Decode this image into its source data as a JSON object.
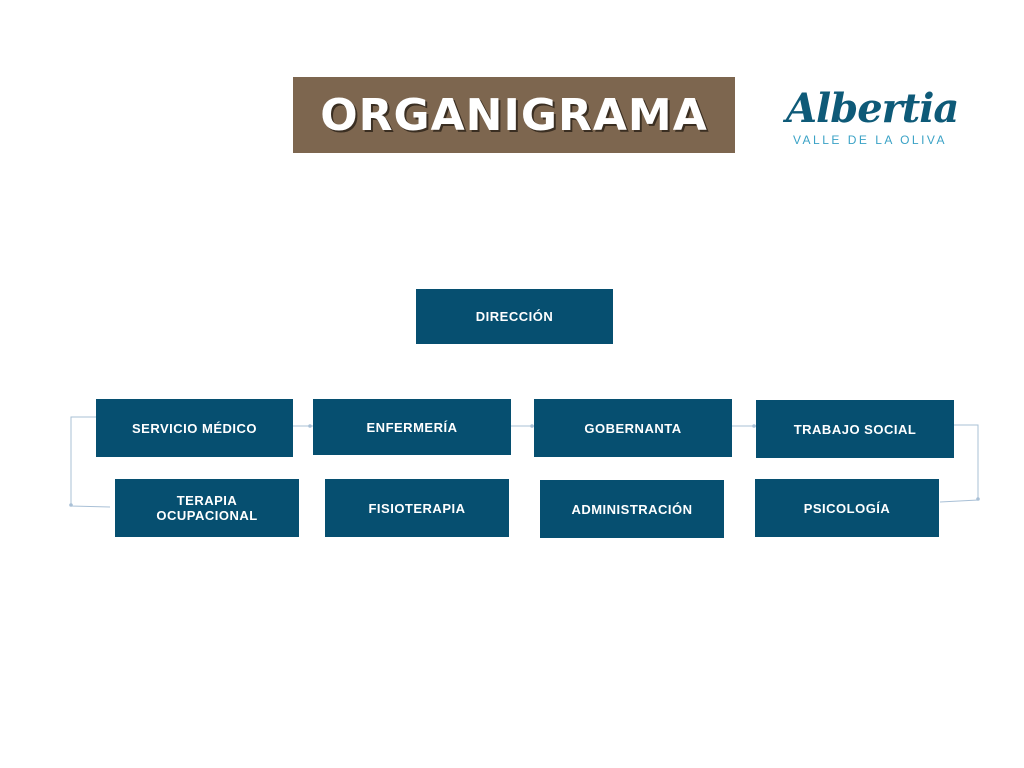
{
  "title": "ORGANIGRAMA",
  "logo": {
    "word": "Albertia",
    "subtitle": "VALLE DE LA OLIVA"
  },
  "colors": {
    "banner": "#7d664f",
    "node": "#064f70",
    "connector": "#a9c0d6",
    "logo_primary": "#0e5a78",
    "logo_secondary": "#3aa2c6"
  },
  "chart": {
    "root": "DIRECCIÓN",
    "row1": [
      "SERVICIO MÉDICO",
      "ENFERMERÍA",
      "GOBERNANTA",
      "TRABAJO SOCIAL"
    ],
    "row2": [
      "TERAPIA\nOCUPACIONAL",
      "FISIOTERAPIA",
      "ADMINISTRACIÓN",
      "PSICOLOGÍA"
    ]
  }
}
